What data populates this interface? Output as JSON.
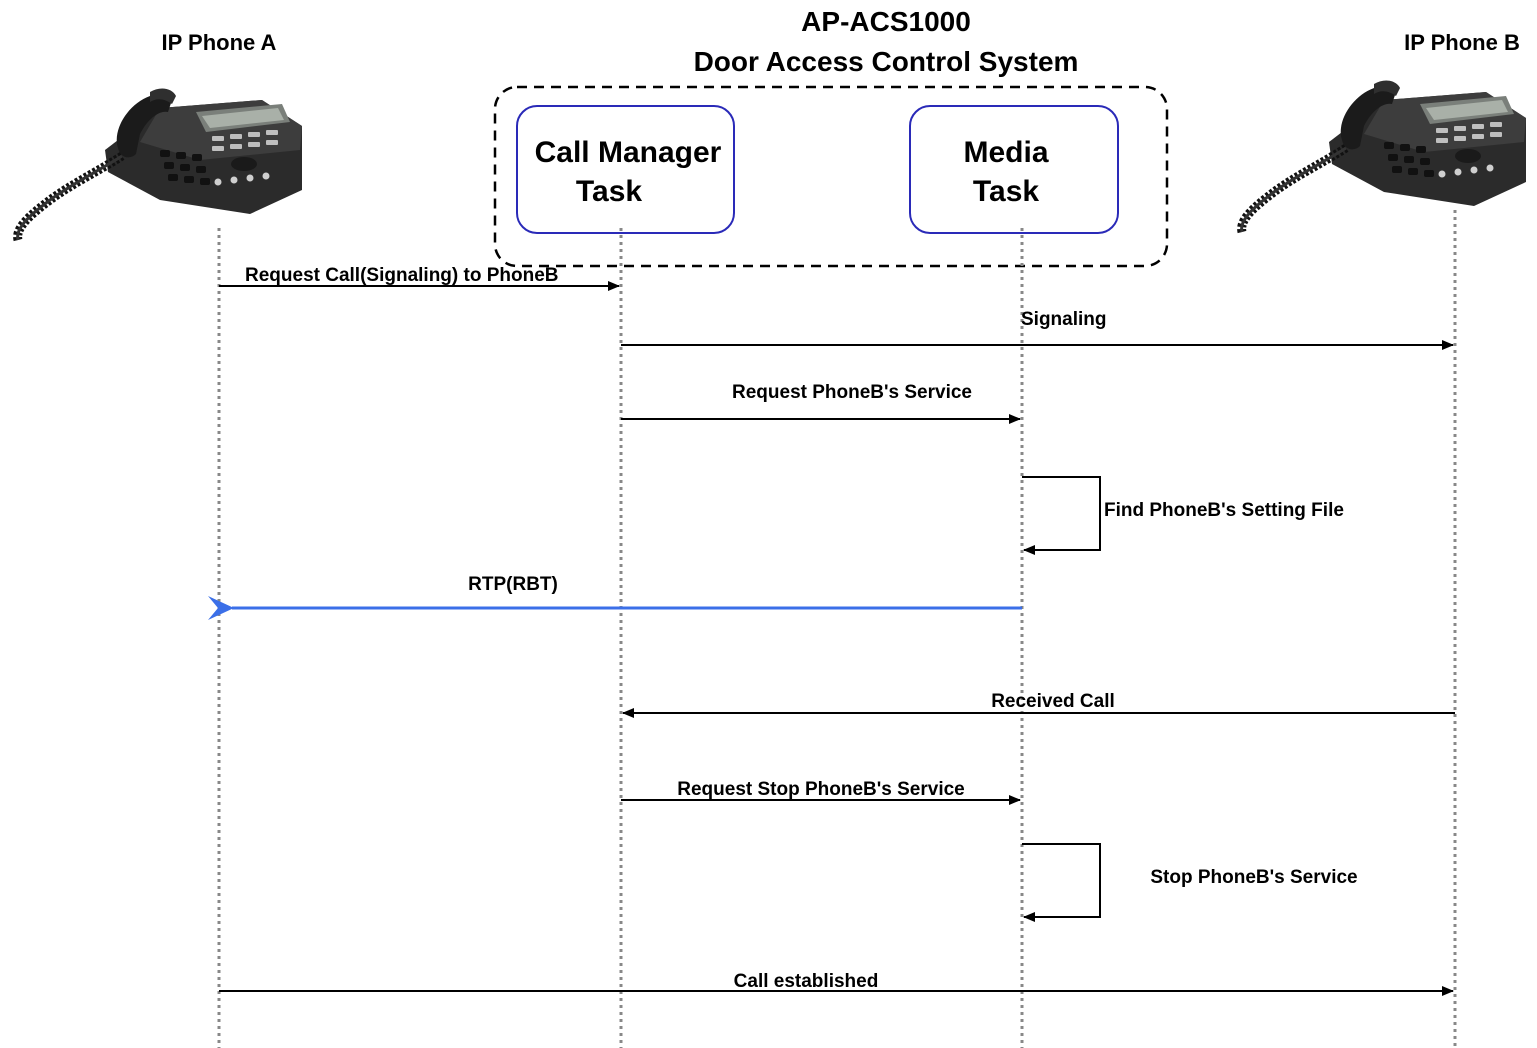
{
  "system": {
    "title": "AP-ACS1000",
    "subtitle": "Door Access Control System"
  },
  "participants": {
    "phone_a": "IP Phone A",
    "phone_b": "IP Phone B",
    "call_manager_line1": "Call Manager",
    "call_manager_line2": "Task",
    "media_line1": "Media",
    "media_line2": "Task"
  },
  "messages": {
    "request_call": "Request Call(Signaling) to PhoneB",
    "signaling": "Signaling",
    "request_service": "Request PhoneB's Service",
    "find_setting": "Find PhoneB's Setting File",
    "rtp": "RTP(RBT)",
    "received_call": "Received Call",
    "request_stop": "Request Stop PhoneB's Service",
    "stop_service": "Stop PhoneB's Service",
    "call_established": "Call established"
  },
  "colors": {
    "rtp_arrow": "#3b6fe8",
    "task_box_border": "#2a2ab8"
  },
  "icons": [
    "desk-phone-icon"
  ]
}
